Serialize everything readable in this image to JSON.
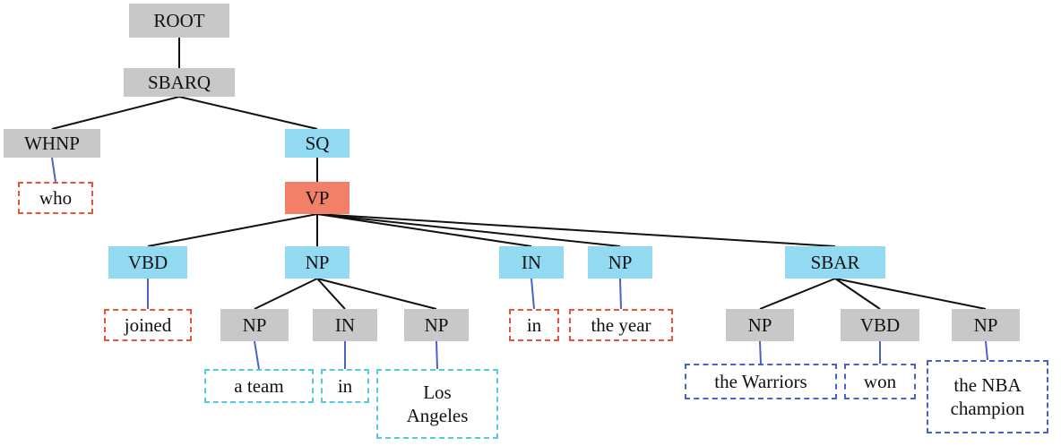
{
  "colors": {
    "gray": "#c8c8c8",
    "blue": "#92daf2",
    "salmon": "#f28068",
    "red_dash": "#e8553d",
    "cyan_dash": "#55c8e2",
    "blue_dash": "#4a62c6",
    "edge_black": "#111111",
    "edge_blue": "#4a62c6"
  },
  "nodes": [
    {
      "id": "root",
      "text": "ROOT",
      "kind": "tag",
      "color": "gray"
    },
    {
      "id": "sbarq",
      "text": "SBARQ",
      "kind": "tag",
      "color": "gray"
    },
    {
      "id": "whnp",
      "text": "WHNP",
      "kind": "tag",
      "color": "gray"
    },
    {
      "id": "sq",
      "text": "SQ",
      "kind": "tag",
      "color": "blue"
    },
    {
      "id": "who",
      "text": "who",
      "kind": "word",
      "color": "red_dash"
    },
    {
      "id": "vp",
      "text": "VP",
      "kind": "tag",
      "color": "salmon"
    },
    {
      "id": "vbd1",
      "text": "VBD",
      "kind": "tag",
      "color": "blue"
    },
    {
      "id": "np1",
      "text": "NP",
      "kind": "tag",
      "color": "blue"
    },
    {
      "id": "in1",
      "text": "IN",
      "kind": "tag",
      "color": "blue"
    },
    {
      "id": "np2",
      "text": "NP",
      "kind": "tag",
      "color": "blue"
    },
    {
      "id": "sbar",
      "text": "SBAR",
      "kind": "tag",
      "color": "blue"
    },
    {
      "id": "joined",
      "text": "joined",
      "kind": "word",
      "color": "red_dash"
    },
    {
      "id": "np1a",
      "text": "NP",
      "kind": "tag",
      "color": "gray"
    },
    {
      "id": "in1a",
      "text": "IN",
      "kind": "tag",
      "color": "gray"
    },
    {
      "id": "np1b",
      "text": "NP",
      "kind": "tag",
      "color": "gray"
    },
    {
      "id": "in_w",
      "text": "in",
      "kind": "word",
      "color": "red_dash"
    },
    {
      "id": "theyear",
      "text": "the year",
      "kind": "word",
      "color": "red_dash"
    },
    {
      "id": "np_s1",
      "text": "NP",
      "kind": "tag",
      "color": "gray"
    },
    {
      "id": "vbd_s",
      "text": "VBD",
      "kind": "tag",
      "color": "gray"
    },
    {
      "id": "np_s2",
      "text": "NP",
      "kind": "tag",
      "color": "gray"
    },
    {
      "id": "ateam",
      "text": "a team",
      "kind": "word",
      "color": "cyan_dash"
    },
    {
      "id": "in_w2",
      "text": "in",
      "kind": "word",
      "color": "cyan_dash"
    },
    {
      "id": "losangeles",
      "text": "Los\nAngeles",
      "kind": "word",
      "color": "cyan_dash"
    },
    {
      "id": "warriors",
      "text": "the Warriors",
      "kind": "word",
      "color": "blue_dash"
    },
    {
      "id": "won",
      "text": "won",
      "kind": "word",
      "color": "blue_dash"
    },
    {
      "id": "nbachamp",
      "text": "the NBA\nchampion",
      "kind": "word",
      "color": "blue_dash"
    }
  ],
  "edges": [
    [
      "root",
      "sbarq",
      "edge_black"
    ],
    [
      "sbarq",
      "whnp",
      "edge_black"
    ],
    [
      "sbarq",
      "sq",
      "edge_black"
    ],
    [
      "whnp",
      "who",
      "edge_blue"
    ],
    [
      "sq",
      "vp",
      "edge_black"
    ],
    [
      "vp",
      "vbd1",
      "edge_black"
    ],
    [
      "vp",
      "np1",
      "edge_black"
    ],
    [
      "vp",
      "in1",
      "edge_black"
    ],
    [
      "vp",
      "np2",
      "edge_black"
    ],
    [
      "vp",
      "sbar",
      "edge_black"
    ],
    [
      "vbd1",
      "joined",
      "edge_blue"
    ],
    [
      "np1",
      "np1a",
      "edge_black"
    ],
    [
      "np1",
      "in1a",
      "edge_black"
    ],
    [
      "np1",
      "np1b",
      "edge_black"
    ],
    [
      "in1",
      "in_w",
      "edge_blue"
    ],
    [
      "np2",
      "theyear",
      "edge_blue"
    ],
    [
      "sbar",
      "np_s1",
      "edge_black"
    ],
    [
      "sbar",
      "vbd_s",
      "edge_black"
    ],
    [
      "sbar",
      "np_s2",
      "edge_black"
    ],
    [
      "np1a",
      "ateam",
      "edge_blue"
    ],
    [
      "in1a",
      "in_w2",
      "edge_blue"
    ],
    [
      "np1b",
      "losangeles",
      "edge_blue"
    ],
    [
      "np_s1",
      "warriors",
      "edge_blue"
    ],
    [
      "vbd_s",
      "won",
      "edge_blue"
    ],
    [
      "np_s2",
      "nbachamp",
      "edge_blue"
    ]
  ]
}
